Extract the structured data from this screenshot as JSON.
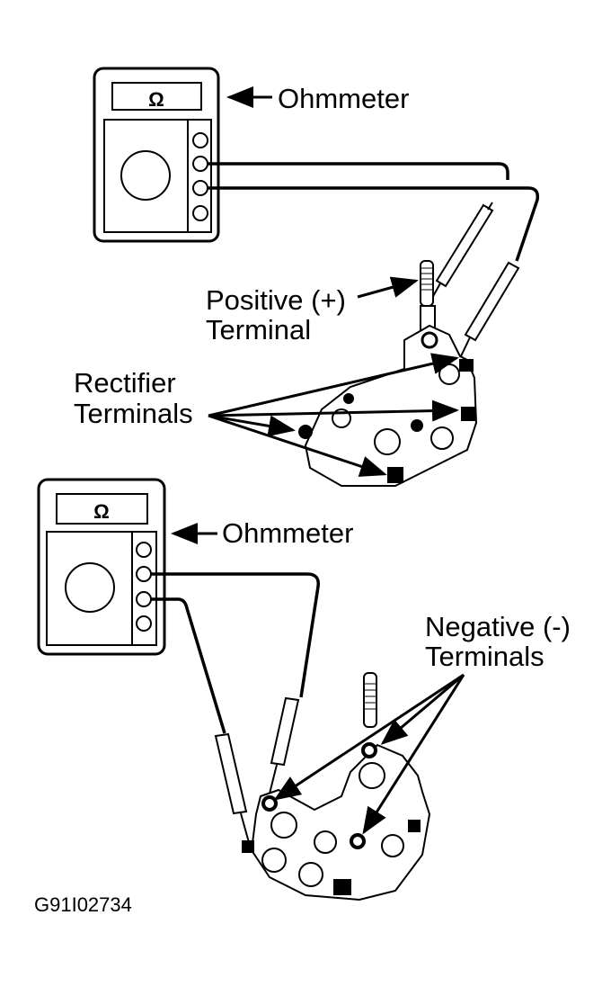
{
  "figure": {
    "id_code": "G91I02734",
    "ink_color": "#000000",
    "background": "#ffffff"
  },
  "top_test": {
    "meter_label": "Ohmmeter",
    "meter_symbol": "Ω",
    "positive_label_line1": "Positive (+)",
    "positive_label_line2": "Terminal",
    "rectifier_label_line1": "Rectifier",
    "rectifier_label_line2": "Terminals"
  },
  "bottom_test": {
    "meter_label": "Ohmmeter",
    "meter_symbol": "Ω",
    "negative_label_line1": "Negative (-)",
    "negative_label_line2": "Terminals"
  }
}
